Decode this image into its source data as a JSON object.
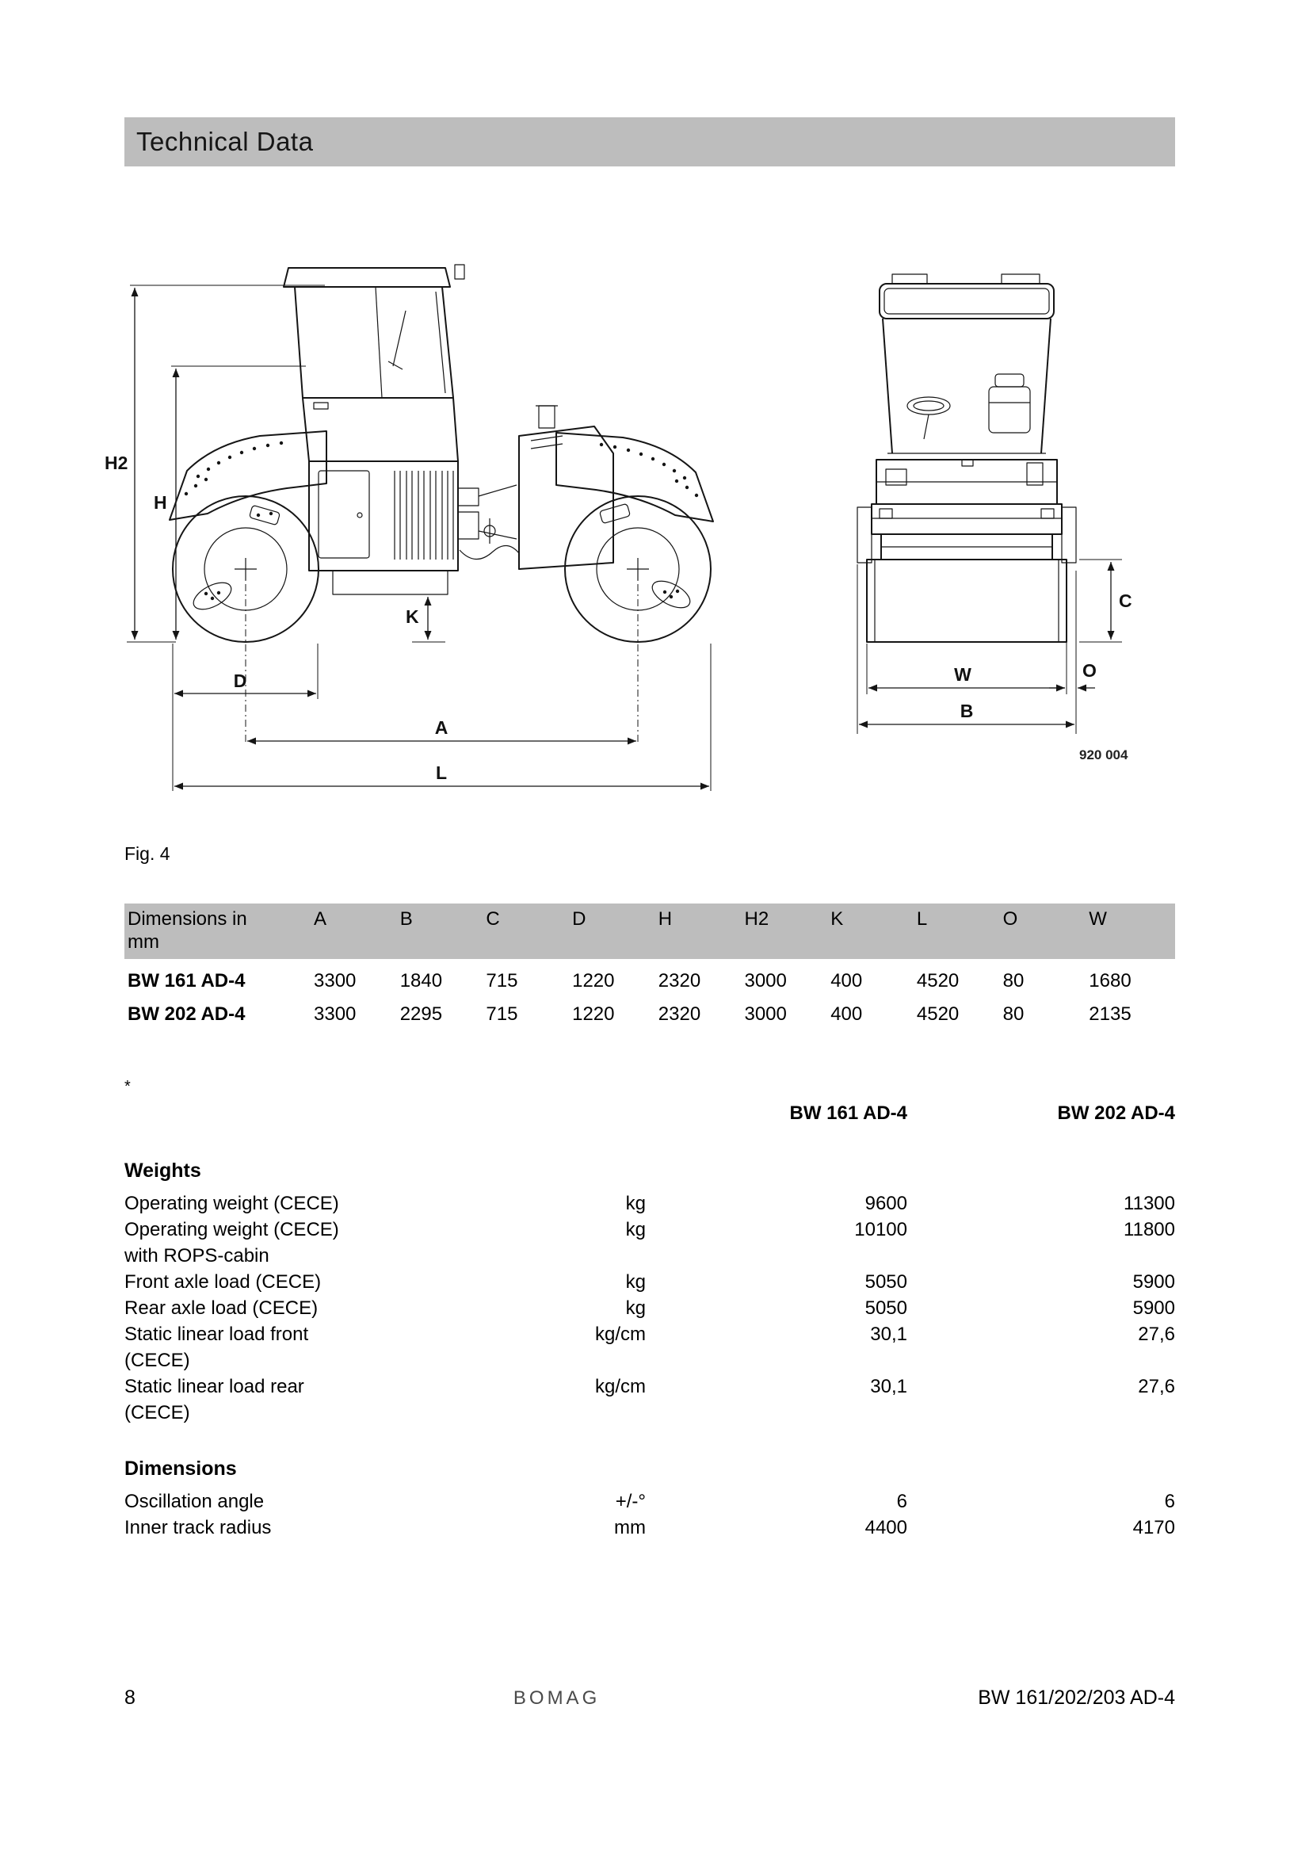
{
  "header": {
    "title": "Technical Data"
  },
  "figure": {
    "caption": "Fig. 4",
    "ref_number": "920 004",
    "labels": {
      "h2": "H2",
      "h": "H",
      "k": "K",
      "d": "D",
      "a": "A",
      "l": "L",
      "c": "C",
      "w": "W",
      "o": "O",
      "b": "B"
    }
  },
  "dimensions_table": {
    "headers": [
      "Dimensions in\nmm",
      "A",
      "B",
      "C",
      "D",
      "H",
      "H2",
      "K",
      "L",
      "O",
      "W"
    ],
    "rows": [
      {
        "model": "BW 161 AD-4",
        "values": [
          "3300",
          "1840",
          "715",
          "1220",
          "2320",
          "3000",
          "400",
          "4520",
          "80",
          "1680"
        ]
      },
      {
        "model": "BW 202 AD-4",
        "values": [
          "3300",
          "2295",
          "715",
          "1220",
          "2320",
          "3000",
          "400",
          "4520",
          "80",
          "2135"
        ]
      }
    ]
  },
  "specs": {
    "footnote_marker": "*",
    "columns": [
      "BW 161 AD-4",
      "BW 202 AD-4"
    ],
    "weights": {
      "title": "Weights",
      "rows": [
        {
          "label": "Operating weight (CECE)",
          "unit": "kg",
          "v1": "9600",
          "v2": "11300"
        },
        {
          "label": "Operating weight (CECE)\nwith ROPS-cabin",
          "unit": "kg",
          "v1": "10100",
          "v2": "11800"
        },
        {
          "label": "Front axle load (CECE)",
          "unit": "kg",
          "v1": "5050",
          "v2": "5900"
        },
        {
          "label": "Rear axle load (CECE)",
          "unit": "kg",
          "v1": "5050",
          "v2": "5900"
        },
        {
          "label": "Static linear load front\n(CECE)",
          "unit": "kg/cm",
          "v1": "30,1",
          "v2": "27,6"
        },
        {
          "label": "Static linear load rear\n(CECE)",
          "unit": "kg/cm",
          "v1": "30,1",
          "v2": "27,6"
        }
      ]
    },
    "dimensions": {
      "title": "Dimensions",
      "rows": [
        {
          "label": "Oscillation angle",
          "unit": "+/-°",
          "v1": "6",
          "v2": "6"
        },
        {
          "label": "Inner track radius",
          "unit": "mm",
          "v1": "4400",
          "v2": "4170"
        }
      ]
    }
  },
  "footer": {
    "page_number": "8",
    "brand": "BOMAG",
    "doc_ref": "BW 161/202/203 AD-4"
  }
}
